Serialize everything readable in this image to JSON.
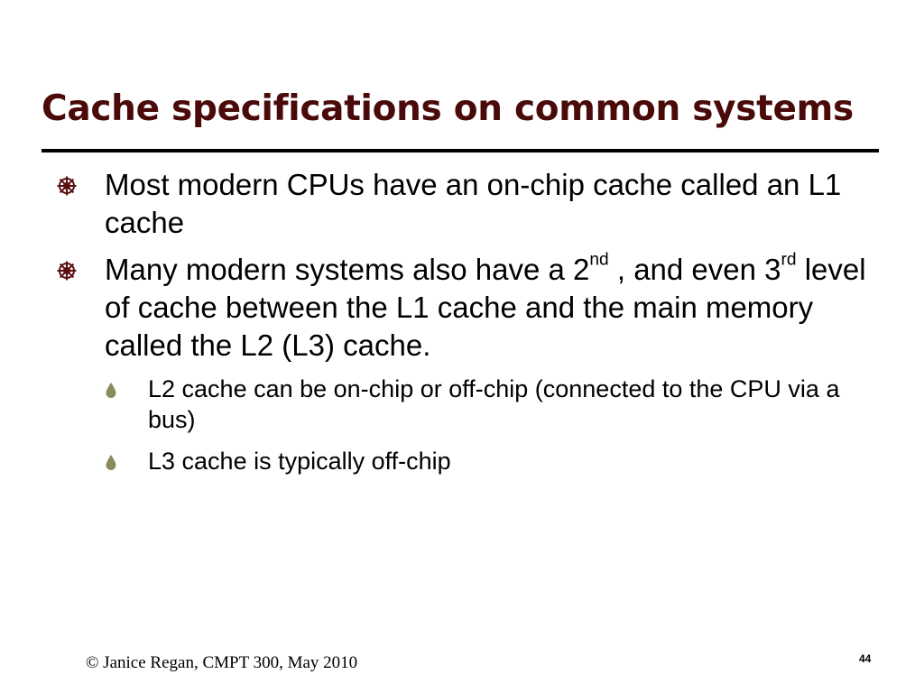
{
  "slide": {
    "title": "Cache specifications on common systems",
    "bullets": [
      {
        "parts": [
          "Most modern CPUs have an on-chip cache called an L1 cache"
        ]
      },
      {
        "parts": [
          "Many modern systems also have a 2",
          "nd",
          " , and even 3",
          "rd",
          " level of cache between the L1 cache and the main memory called the L2 (L3) cache."
        ]
      }
    ],
    "sub_bullets": [
      "L2 cache can be on-chip or off-chip (connected to the CPU via a bus)",
      "L3 cache is typically off-chip"
    ],
    "footer": "© Janice Regan, CMPT 300, May 2010",
    "page_number": "44"
  },
  "colors": {
    "title": "#4a0a0a",
    "bullet_marker": "#5a0f10",
    "sub_bullet_marker": "#8a8a5a",
    "rule": "#000000"
  },
  "icons": {
    "bullet_marker": "dharma-wheel-icon",
    "sub_bullet_marker": "droplet-icon"
  }
}
